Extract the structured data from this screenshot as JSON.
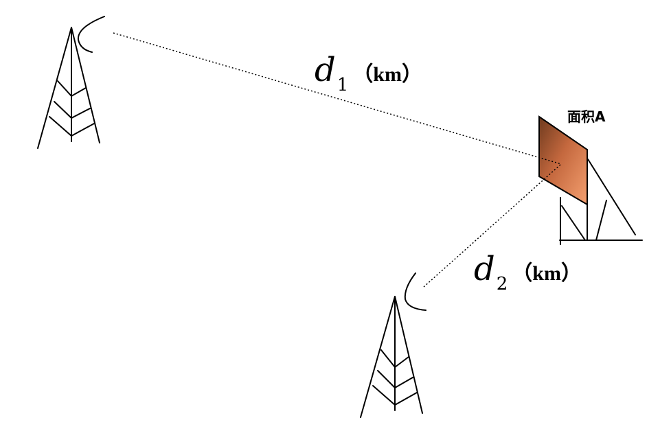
{
  "labels": {
    "d1": {
      "symbol": "d",
      "subscript": "1",
      "unit": "（km）"
    },
    "d2": {
      "symbol": "d",
      "subscript": "2",
      "unit": "（km）"
    },
    "area": "面积A"
  },
  "colors": {
    "reflector_dark": "#6e3a1e",
    "reflector_light": "#f5a070",
    "line": "#000000"
  }
}
